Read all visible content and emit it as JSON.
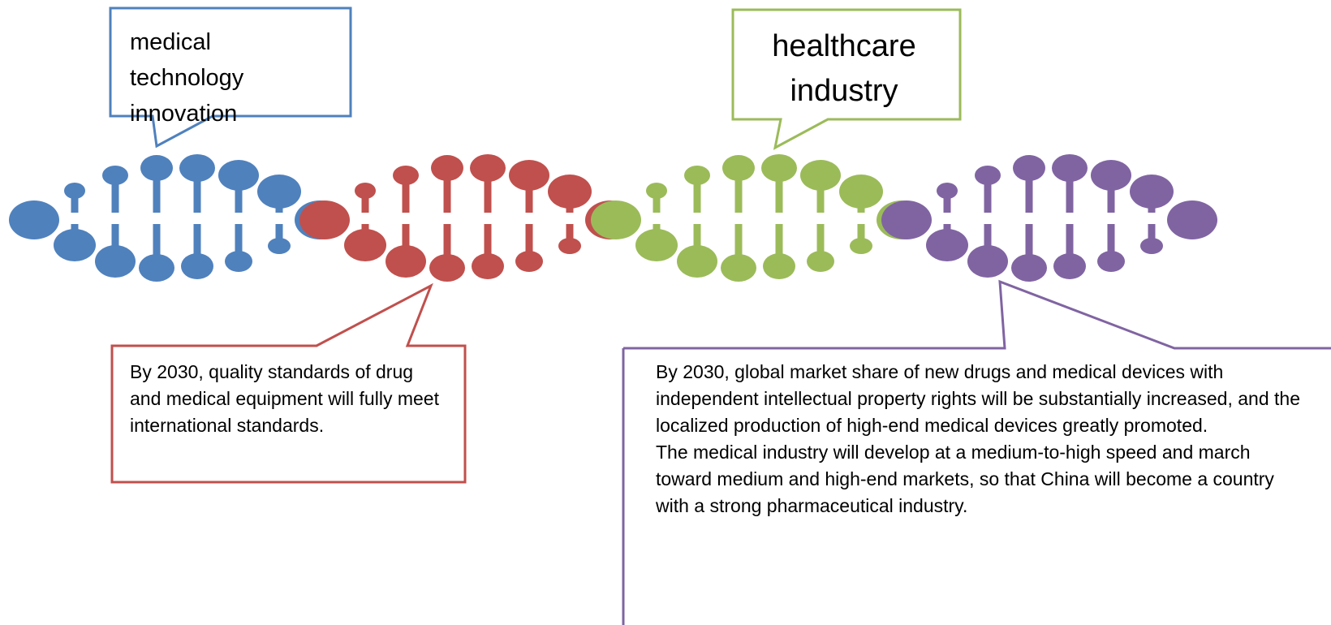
{
  "palette": {
    "blue": "#4f81bd",
    "red": "#c0504d",
    "green": "#9bbb59",
    "purple": "#8064a2"
  },
  "helix": {
    "segments": [
      "blue",
      "red",
      "green",
      "purple"
    ]
  },
  "callouts": {
    "tech": {
      "text": "medical technology innovation",
      "color": "#4f81bd"
    },
    "industry": {
      "text": "healthcare industry",
      "color": "#9bbb59"
    },
    "quality": {
      "text": "By 2030, quality standards of drug and medical equipment will fully meet international standards.",
      "color": "#c0504d"
    },
    "market": {
      "paragraph_1": "By 2030, global market share of new drugs and medical devices with independent intellectual property rights will be substantially increased, and the localized production of high-end medical devices greatly promoted.",
      "paragraph_2": "The medical industry will develop at a medium-to-high speed and march toward medium and high-end markets, so that China will become a country with a strong pharmaceutical industry.",
      "color": "#8064a2"
    }
  }
}
